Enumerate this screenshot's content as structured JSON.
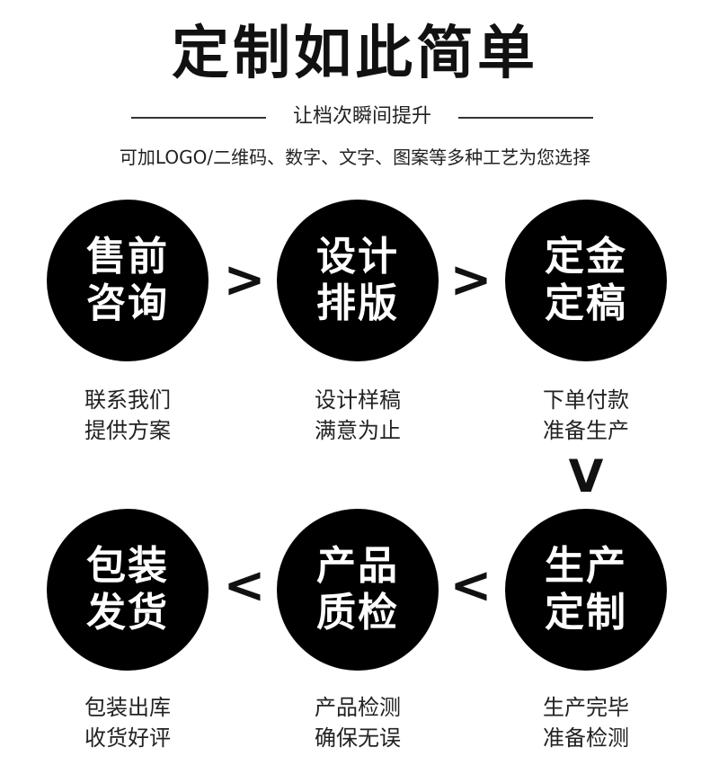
{
  "header": {
    "title": "定制如此简单",
    "subtitle": "让档次瞬间提升",
    "tagline": "可加LOGO/二维码、数字、文字、图案等多种工艺为您选择"
  },
  "steps": [
    {
      "line1": "售前",
      "line2": "咨询",
      "caption1": "联系我们",
      "caption2": "提供方案"
    },
    {
      "line1": "设计",
      "line2": "排版",
      "caption1": "设计样稿",
      "caption2": "满意为止"
    },
    {
      "line1": "定金",
      "line2": "定稿",
      "caption1": "下单付款",
      "caption2": "准备生产"
    },
    {
      "line1": "生产",
      "line2": "定制",
      "caption1": "生产完毕",
      "caption2": "准备检测"
    },
    {
      "line1": "产品",
      "line2": "质检",
      "caption1": "产品检测",
      "caption2": "确保无误"
    },
    {
      "line1": "包装",
      "line2": "发货",
      "caption1": "包装出库",
      "caption2": "收货好评"
    }
  ],
  "arrows": {
    "right": ">",
    "down": "V",
    "left": "<"
  },
  "colors": {
    "circle": "#000000",
    "circle_text": "#ffffff",
    "text": "#222222"
  }
}
